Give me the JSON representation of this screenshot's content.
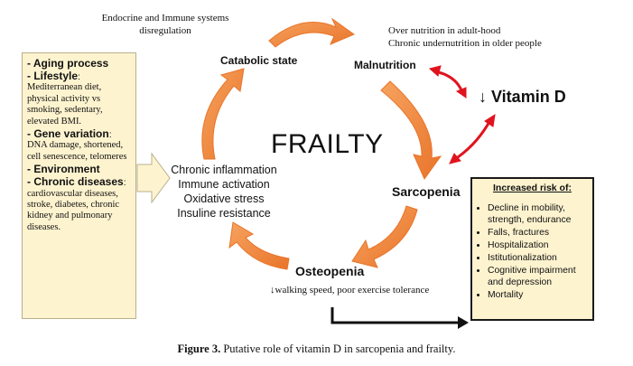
{
  "top_left_note": [
    "Endocrine and Immune systems",
    "disregulation"
  ],
  "top_right_note": [
    "Over nutrition in adult-hood",
    "Chronic undernutrition in older people"
  ],
  "center_title": "FRAILTY",
  "nodes": {
    "catabolic": "Catabolic state",
    "malnutrition": "Malnutrition",
    "vitamin_d": "↓ Vitamin D",
    "sarcopenia": "Sarcopenia",
    "osteopenia": "Osteopenia"
  },
  "osteopenia_note": "↓walking speed, poor exercise tolerance",
  "center_factors": [
    "Chronic inflammation",
    "Immune activation",
    "Oxidative stress",
    "Insuline resistance"
  ],
  "left_box": [
    {
      "head": "- Aging process",
      "body": ""
    },
    {
      "head": "- Lifestyle",
      "suffix": ":",
      "body": "Mediterranean diet, physical activity vs smoking, sedentary, elevated BMI."
    },
    {
      "head": "- Gene variation",
      "suffix": ":",
      "body": "DNA damage, shortened, cell senescence, telomeres"
    },
    {
      "head": "- Environment",
      "body": ""
    },
    {
      "head": "- Chronic diseases",
      "suffix": ":",
      "body": "cardiovascular diseases, stroke, diabetes, chronic kidney and pulmonary diseases."
    }
  ],
  "right_box": {
    "title": "Increased risk of:",
    "items": [
      "Decline in mobility, strength, endurance",
      "Falls, fractures",
      "Hospitalization",
      "Istitutionalization",
      "Cognitive impairment and depression",
      "Mortality"
    ]
  },
  "caption": {
    "label": "Figure 3.",
    "text": " Putative role of vitamin D in sarcopenia and frailty."
  },
  "colors": {
    "cycle_arrow": "#f0883e",
    "red_arrow": "#e0141e",
    "box_fill": "#fdf3cf"
  }
}
